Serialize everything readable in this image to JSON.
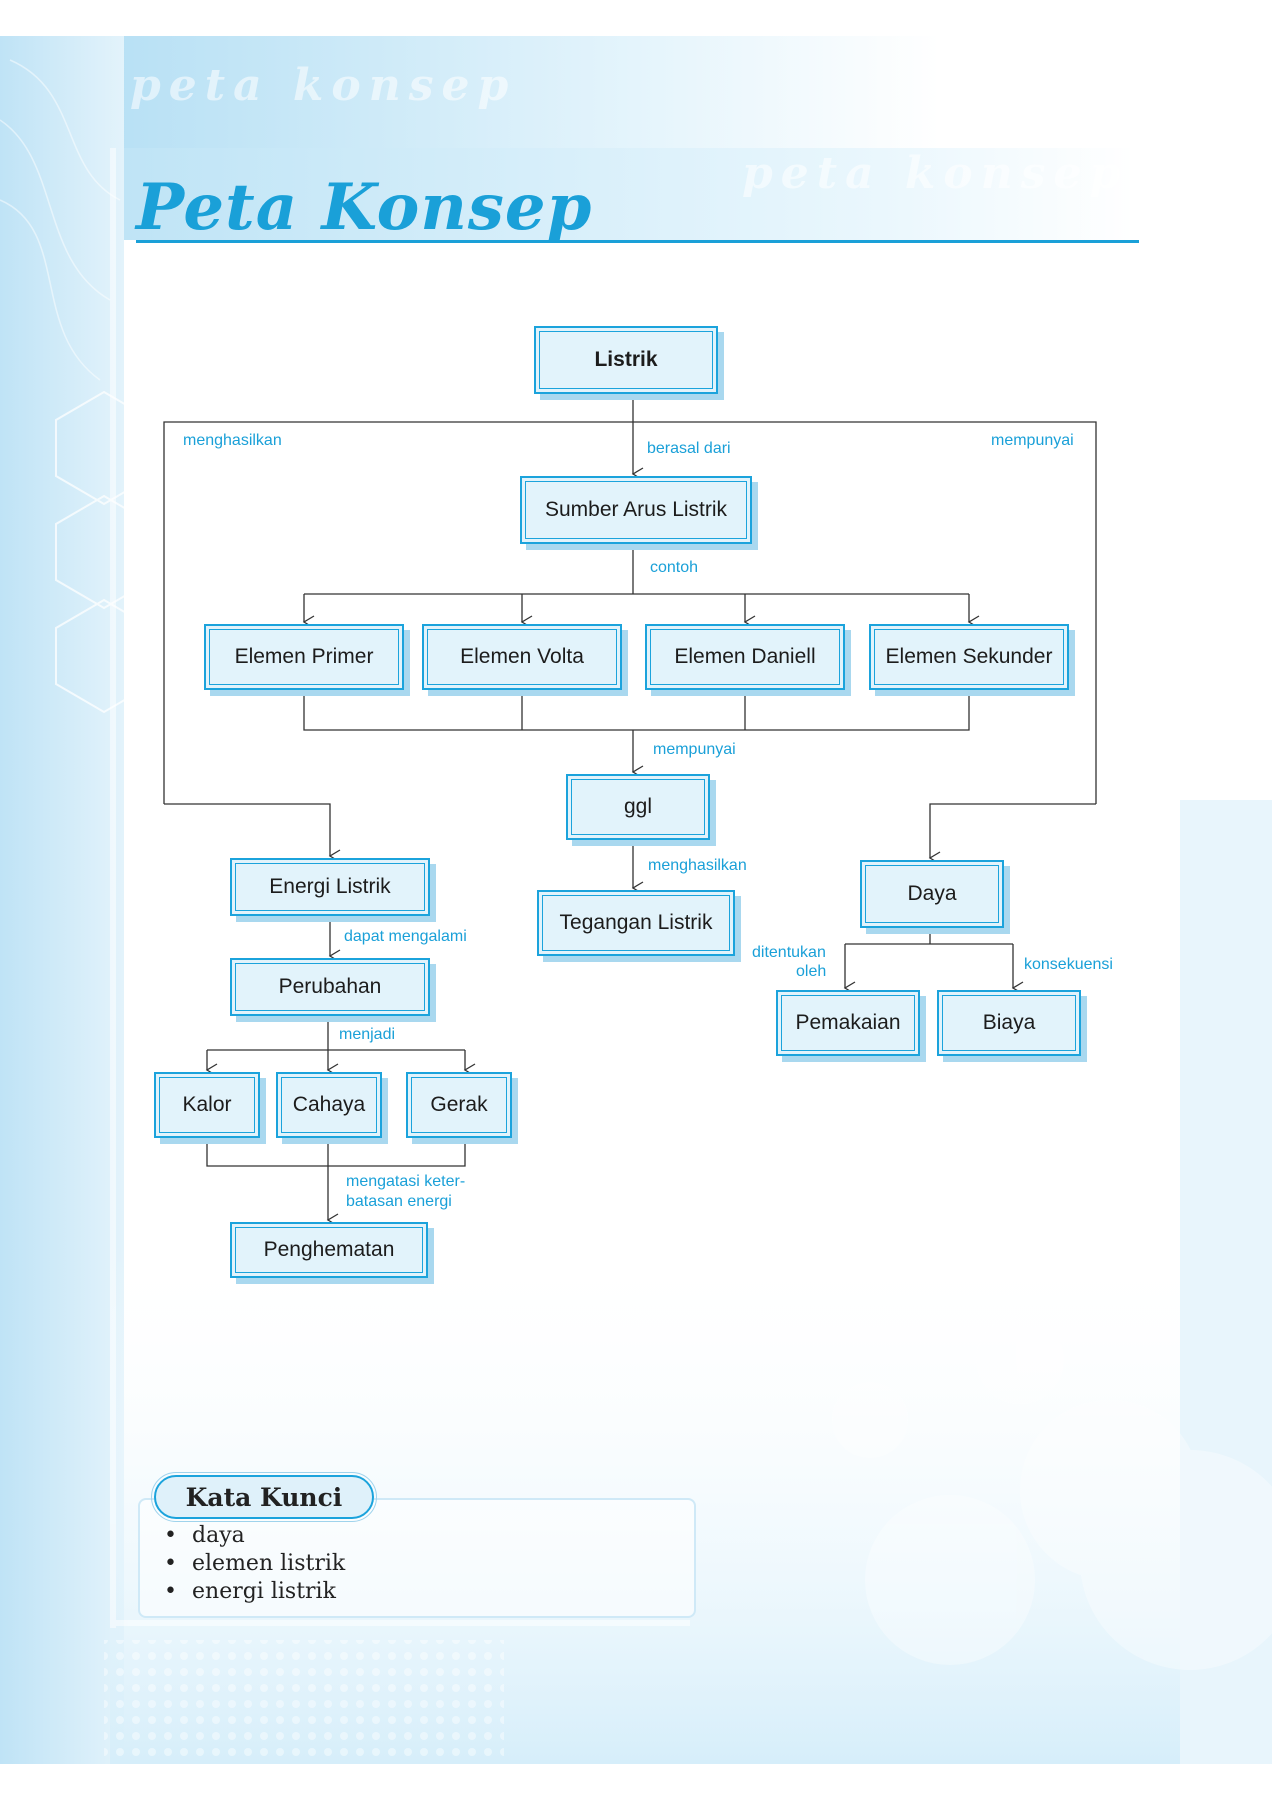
{
  "header": {
    "watermark": "peta konsep",
    "title": "Peta Konsep"
  },
  "diagram": {
    "nodes": {
      "listrik": "Listrik",
      "sumber": "Sumber Arus Listrik",
      "primer": "Elemen Primer",
      "volta": "Elemen Volta",
      "daniell": "Elemen Daniell",
      "sekunder": "Elemen Sekunder",
      "ggl": "ggl",
      "energi": "Energi Listrik",
      "tegangan": "Tegangan Listrik",
      "daya": "Daya",
      "perubahan": "Perubahan",
      "pemakaian": "Pemakaian",
      "biaya": "Biaya",
      "kalor": "Kalor",
      "cahaya": "Cahaya",
      "gerak": "Gerak",
      "penghematan": "Penghematan"
    },
    "labels": {
      "menghasilkan_left": "menghasilkan",
      "berasal_dari": "berasal dari",
      "mempunyai_right": "mempunyai",
      "contoh": "contoh",
      "mempunyai_mid": "mempunyai",
      "menghasilkan_mid": "menghasilkan",
      "dapat_mengalami": "dapat mengalami",
      "ditentukan_1": "ditentukan",
      "ditentukan_2": "oleh",
      "konsekuensi": "konsekuensi",
      "menjadi": "menjadi",
      "mengatasi_1": "mengatasi keter-",
      "mengatasi_2": "batasan energi"
    },
    "colors": {
      "accent": "#1ba3dc",
      "node_fill": "#e2f3fb",
      "line": "#333333"
    }
  },
  "kata_kunci": {
    "title": "Kata Kunci",
    "items": [
      "daya",
      "elemen listrik",
      "energi listrik"
    ]
  }
}
